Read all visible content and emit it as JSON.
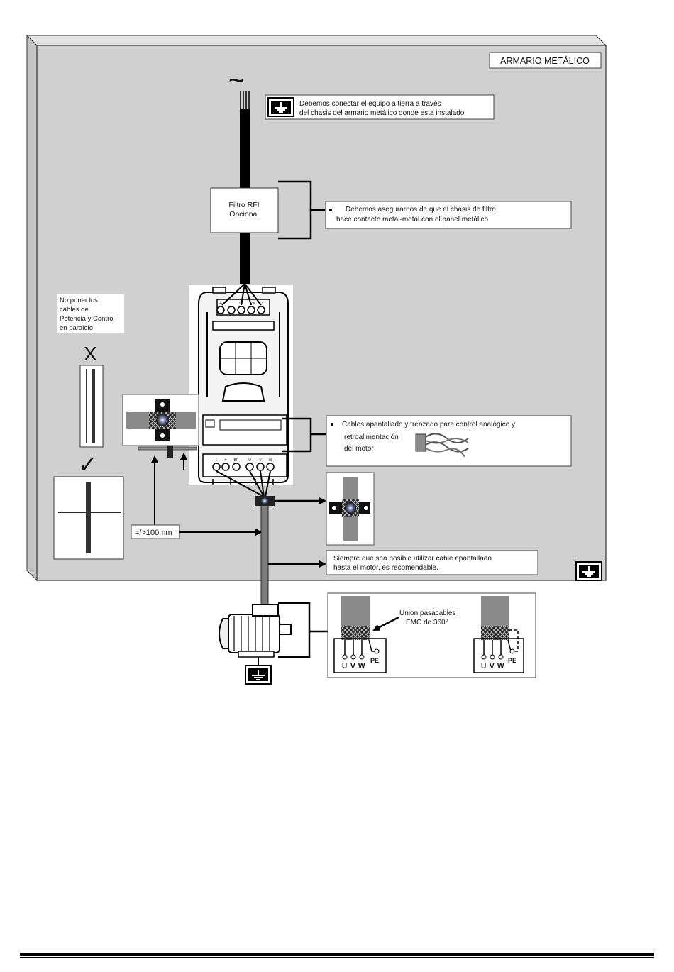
{
  "cabinet": {
    "title": "ARMARIO METÁLICO"
  },
  "notes": {
    "ground_line1": "Debemos conectar el equipo a tierra a través",
    "ground_line2": "del chasis del armario metálico donde esta instalado",
    "filter_line1": "Debemos asegurarnos de que el chasis de filtro",
    "filter_line2": "hace contacto metal-metal con el panel metálico",
    "shield_line1": "Cables apantallado y trenzado para control analógico y",
    "shield_line2": "retroalimentación",
    "shield_line3": "del motor",
    "screened_line1": "Siempre que sea posible utilizar cable apantallado",
    "screened_line2": "hasta el motor, es recomendable.",
    "parallel_line1": "No poner los",
    "parallel_line2": "cables de",
    "parallel_line3": "Potencia y Control",
    "parallel_line4": "en paralelo",
    "distance": "=/>100mm",
    "gland_line1": "Union pasacables",
    "gland_line2": "EMC de 360°"
  },
  "filter": {
    "line1": "Filtro RFI",
    "line2": "Opcional"
  },
  "symbols": {
    "ac_source": "~",
    "wrong_mark": "X",
    "right_mark": "✓"
  },
  "drive_labels": {
    "input": [
      "⏚",
      "L1",
      "L2/N",
      "L3"
    ],
    "output": [
      "⏚",
      "+",
      "BR",
      "U",
      "V",
      "W"
    ]
  },
  "terminals": {
    "u": "U",
    "v": "V",
    "w": "W",
    "pe": "PE"
  },
  "icons": [
    "earth-ground-icon",
    "ac-sine-icon",
    "checkmark-icon",
    "cross-icon",
    "cable-clamp-icon",
    "motor-icon"
  ]
}
